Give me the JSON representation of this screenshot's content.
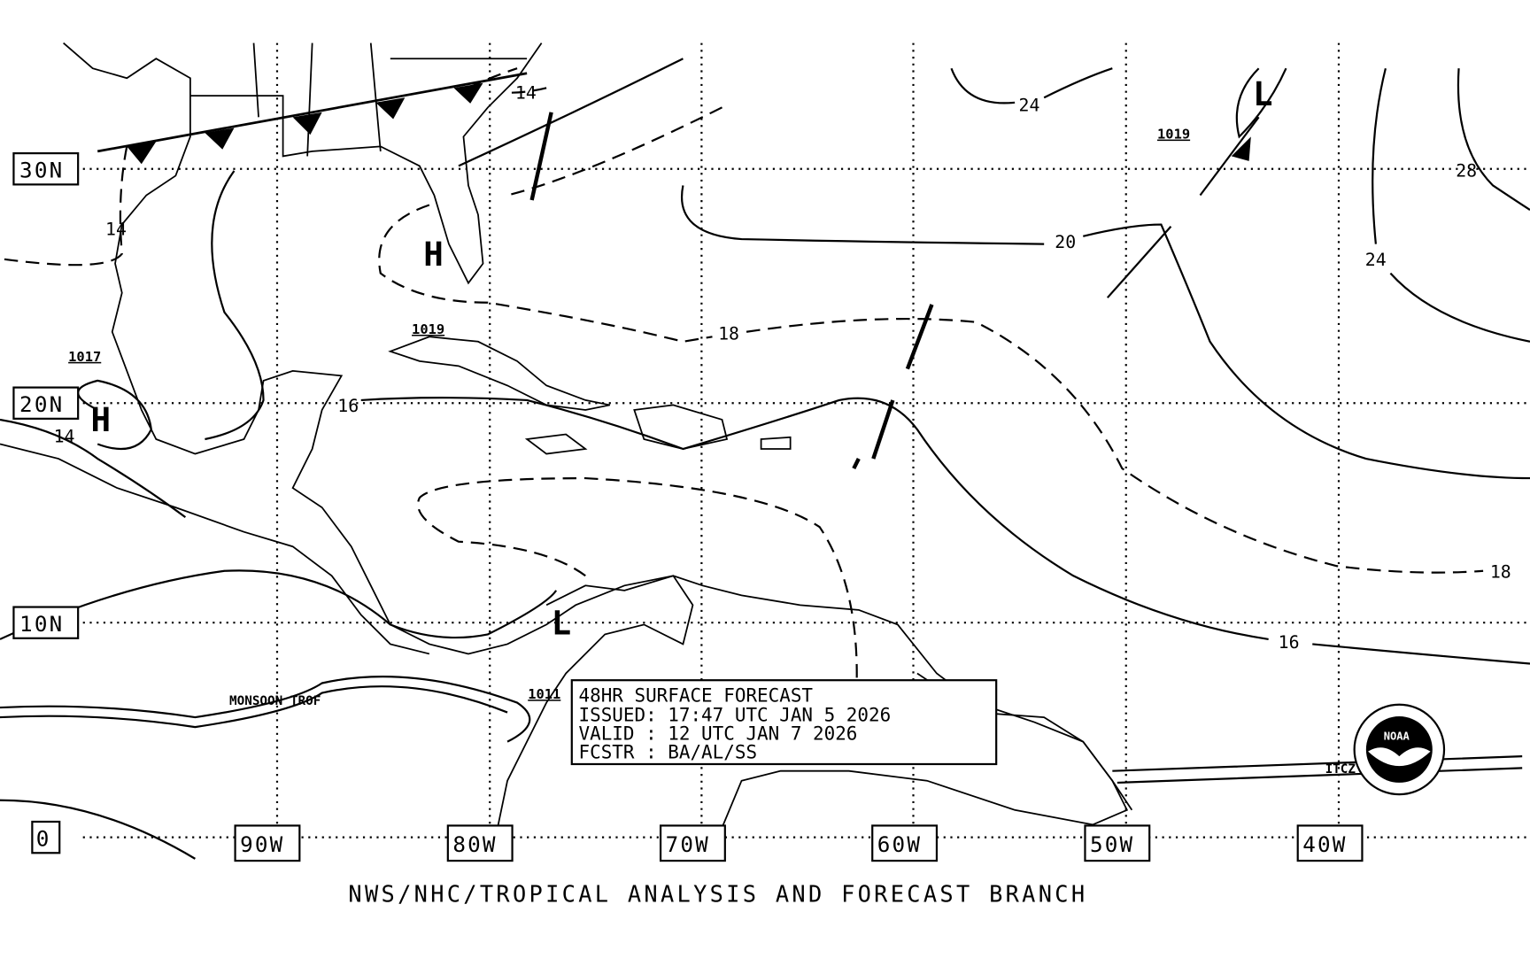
{
  "latitude_labels": [
    "30N",
    "20N",
    "10N",
    "0"
  ],
  "longitude_labels": [
    "90W",
    "80W",
    "70W",
    "60W",
    "50W",
    "40W"
  ],
  "isobars": {
    "14_a": "14",
    "14_b": "14",
    "14_c": "14",
    "16_a": "16",
    "16_b": "16",
    "18_a": "18",
    "18_b": "18",
    "20": "20",
    "24_a": "24",
    "24_b": "24",
    "28": "28"
  },
  "pressure_centers": {
    "h_gulf": "H",
    "h_mexico": "H",
    "l_colombia": "L",
    "l_atlantic": "L",
    "p_1019_atl": "1019",
    "p_1019_cuba": "1019",
    "p_1017": "1017",
    "p_1011": "1011"
  },
  "features": {
    "monsoon": "MONSOON TROF",
    "itcz": "ITCZ"
  },
  "info_box": {
    "line1": "48HR SURFACE FORECAST",
    "line2": "ISSUED: 17:47 UTC JAN 5 2026",
    "line3": "VALID : 12 UTC JAN 7 2026",
    "line4": "FCSTR : BA/AL/SS"
  },
  "footer": "NWS/NHC/TROPICAL ANALYSIS AND FORECAST BRANCH",
  "logo": "NOAA"
}
